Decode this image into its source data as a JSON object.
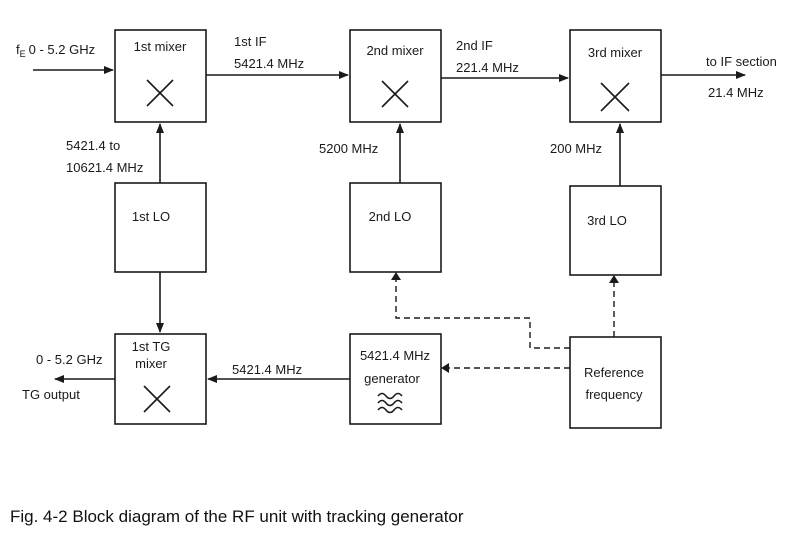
{
  "blocks": {
    "mixer1": "1st mixer",
    "mixer2": "2nd mixer",
    "mixer3": "3rd mixer",
    "lo1": "1st LO",
    "lo2": "2nd LO",
    "lo3": "3rd LO",
    "tg_mixer_line1": "1st TG",
    "tg_mixer_line2": "mixer",
    "gen_line1": "5421.4 MHz",
    "gen_line2": "generator",
    "ref_line1": "Reference",
    "ref_line2": "frequency"
  },
  "signals": {
    "input_prefix": "f",
    "input_sub": "E",
    "input_range": "0 - 5.2 GHz",
    "if1_line1": "1st IF",
    "if1_line2": "5421.4 MHz",
    "if2_line1": "2nd IF",
    "if2_line2": "221.4 MHz",
    "out_line1": "to IF section",
    "out_line2": "21.4 MHz",
    "lo1_line1": "5421.4 to",
    "lo1_line2": "10621.4 MHz",
    "lo2_freq": "5200 MHz",
    "lo3_freq": "200 MHz",
    "gen_out": "5421.4 MHz",
    "tg_range": "0 - 5.2 GHz",
    "tg_output": "TG output"
  },
  "caption": "Fig. 4-2  Block diagram of the RF unit with tracking generator",
  "icons": [
    "mixer-cross-icon",
    "waveform-icon",
    "arrow-head-icon"
  ]
}
